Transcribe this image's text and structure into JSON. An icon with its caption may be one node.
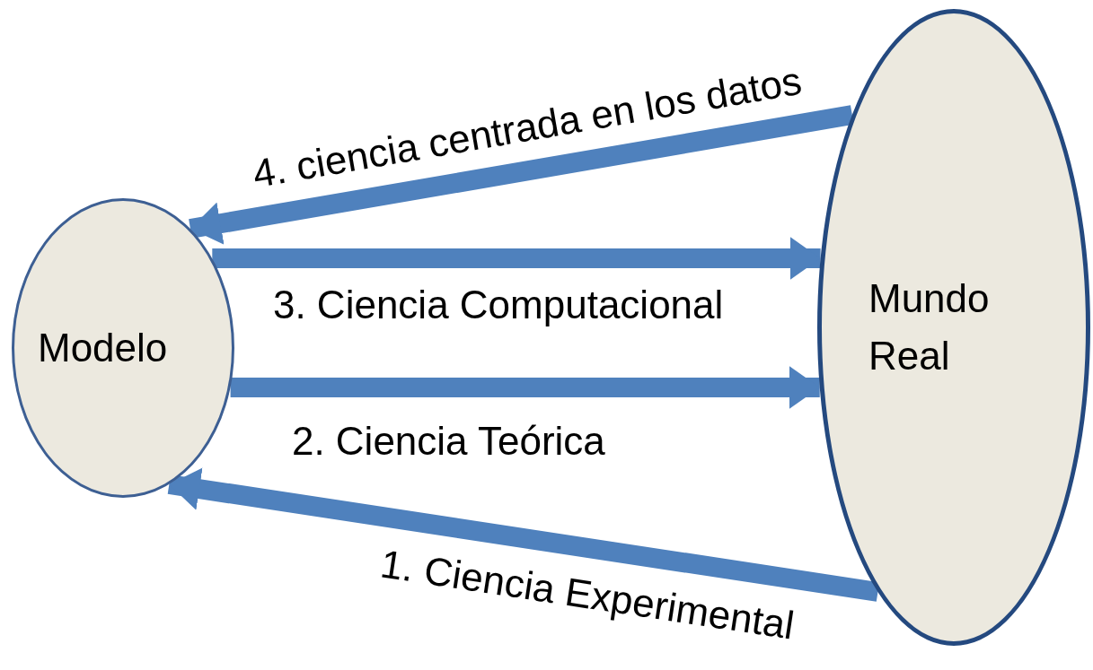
{
  "diagram": {
    "nodes": [
      {
        "text": [
          "Modelo"
        ]
      },
      {
        "text": [
          "Mundo Real"
        ]
      }
    ],
    "edges": [
      {
        "from": 1,
        "to": 0,
        "arrow": "to",
        "label": "4. ciencia centrada en los datos"
      },
      {
        "from": 0,
        "to": 1,
        "arrow": "to",
        "label": "3. Ciencia Computacional"
      },
      {
        "from": 0,
        "to": 1,
        "arrow": "to",
        "label": "2. Ciencia Teórica"
      },
      {
        "from": 1,
        "to": 0,
        "arrow": "to",
        "label": "1. Ciencia Experimental"
      }
    ]
  }
}
